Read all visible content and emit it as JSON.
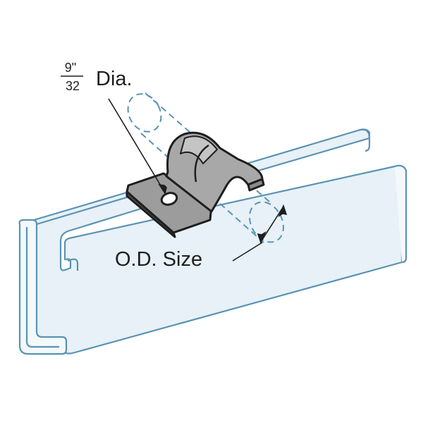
{
  "labels": {
    "hole_numerator": "9\"",
    "hole_denominator": "32",
    "hole_dia_suffix": "Dia.",
    "od_size": "O.D. Size"
  },
  "colors": {
    "channel_fill": "#e7f1f7",
    "channel_stroke": "#5a93b3",
    "clamp_fill": "#9c9c9c",
    "clamp_light": "#c4c4c4",
    "clamp_stroke": "#1e1e1e",
    "pipe_dash": "#5a93b3",
    "leader": "#1e1e1e"
  }
}
